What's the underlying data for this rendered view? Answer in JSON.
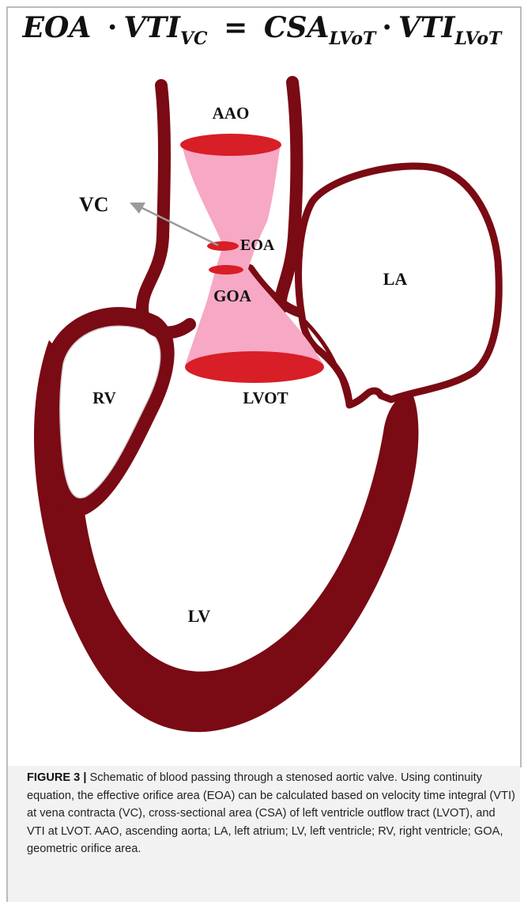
{
  "equation": {
    "lhs_term1": "EOA",
    "lhs_op": "·",
    "lhs_term2": "VTI",
    "lhs_term2_sub": "VC",
    "eq": "=",
    "rhs_term1": "CSA",
    "rhs_term1_sub": "LVoT",
    "rhs_op": "·",
    "rhs_term2": "VTI",
    "rhs_term2_sub": "LVoT"
  },
  "labels": {
    "aao": "AAO",
    "vc": "VC",
    "eoa": "EOA",
    "goa": "GOA",
    "la": "LA",
    "rv": "RV",
    "lvot": "LVOT",
    "lv": "LV"
  },
  "colors": {
    "muscle": "#7a0a14",
    "blood_pink": "#f7a8c4",
    "orifice_red": "#d81e26",
    "arrow_gray": "#9a9a9a",
    "caption_bg": "#f2f2f2"
  },
  "caption": {
    "label": "FIGURE 3 |",
    "text": " Schematic of blood passing through a stenosed aortic valve. Using continuity equation, the effective orifice area (EOA) can be calculated based on velocity time integral (VTI) at vena contracta (VC), cross-sectional area (CSA) of left ventricle outflow tract (LVOT), and VTI at LVOT. AAO, ascending aorta; LA, left atrium; LV, left ventricle; RV, right ventricle; GOA, geometric orifice area."
  }
}
